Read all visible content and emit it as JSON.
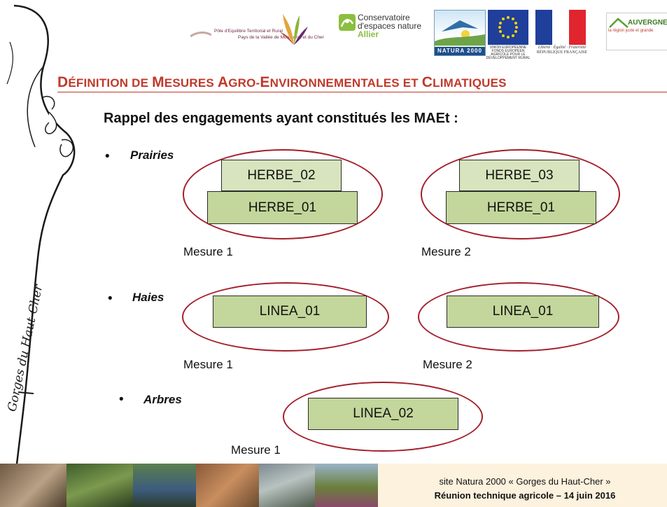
{
  "header": {
    "logos": {
      "pole": {
        "line1": "Pôle d'Equilibre Territorial et Rural",
        "line2": "Pays de la Vallée de Montluçon et du Cher"
      },
      "conservatoire": {
        "line1": "Conservatoire",
        "line2": "d'espaces nature",
        "line3": "Allier"
      },
      "natura": {
        "label": "NATURA 2000"
      },
      "ue": {
        "line1": "UNION EUROPÉENNE",
        "line2": "FONDS EUROPÉEN AGRICOLE POUR LE DÉVELOPPEMENT RURAL"
      },
      "republique": {
        "line1": "Liberté · Égalité · Fraternité",
        "line2": "RÉPUBLIQUE FRANÇAISE"
      },
      "auvergne": {
        "line1": "AUVERGNE",
        "line2": "la région juste et grande"
      }
    }
  },
  "side": {
    "script_text": "Gorges du Haut-Cher"
  },
  "title": {
    "parts": [
      {
        "cap": "D",
        "rest": "ÉFINITION DE "
      },
      {
        "cap": "M",
        "rest": "ESURES "
      },
      {
        "cap": "A",
        "rest": "GRO-"
      },
      {
        "cap": "E",
        "rest": "NVIRONNEMENTALES ET "
      },
      {
        "cap": "C",
        "rest": "LIMATIQUES"
      }
    ]
  },
  "rappel": "Rappel des engagements ayant constitués les MAEt :",
  "bullet": "•",
  "sections": {
    "prairies": {
      "label": "Prairies",
      "m1": {
        "top": "HERBE_02",
        "bottom": "HERBE_01",
        "caption": "Mesure 1"
      },
      "m2": {
        "top": "HERBE_03",
        "bottom": "HERBE_01",
        "caption": "Mesure 2"
      }
    },
    "haies": {
      "label": "Haies",
      "m1": {
        "box": "LINEA_01",
        "caption": "Mesure 1"
      },
      "m2": {
        "box": "LINEA_01",
        "caption": "Mesure 2"
      }
    },
    "arbres": {
      "label": "Arbres",
      "m1": {
        "box": "LINEA_02",
        "caption": "Mesure 1"
      }
    }
  },
  "footer": {
    "line1": "site Natura 2000 « Gorges du Haut-Cher »",
    "line2": "Réunion technique agricole – 14 juin 2016"
  },
  "colors": {
    "accent": "#c0392b",
    "ellipse": "#a31f2b",
    "box_dark": "#c3d69b",
    "box_light": "#d7e4bd"
  }
}
